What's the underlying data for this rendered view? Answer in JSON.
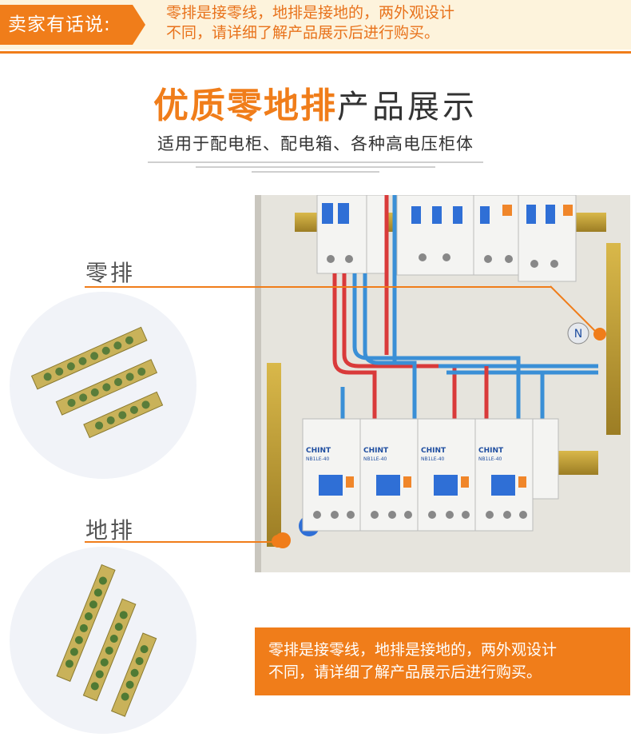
{
  "top": {
    "seller_label": "卖家有话说:",
    "note_line1": "零排是接零线，地排是接地的，两外观设计",
    "note_line2": "不同，请详细了解产品展示后进行购买。"
  },
  "hero": {
    "title_bold": "优质零地排",
    "title_rest": "产品展示",
    "subtitle": "适用于配电柜、配电箱、各种高电压柜体"
  },
  "sections": {
    "neutral_label": "零排",
    "ground_label": "地排"
  },
  "photo": {
    "breaker_brand": "CHINT",
    "breaker_model": "NB1LE-40",
    "neutral_mark": "N"
  },
  "bottom_note": {
    "line1": "零排是接零线，地排是接地的，两外观设计",
    "line2": "不同，请详细了解产品展示后进行购买。"
  },
  "colors": {
    "accent": "#f07d1a",
    "banner_bg": "#fdf3dc"
  }
}
